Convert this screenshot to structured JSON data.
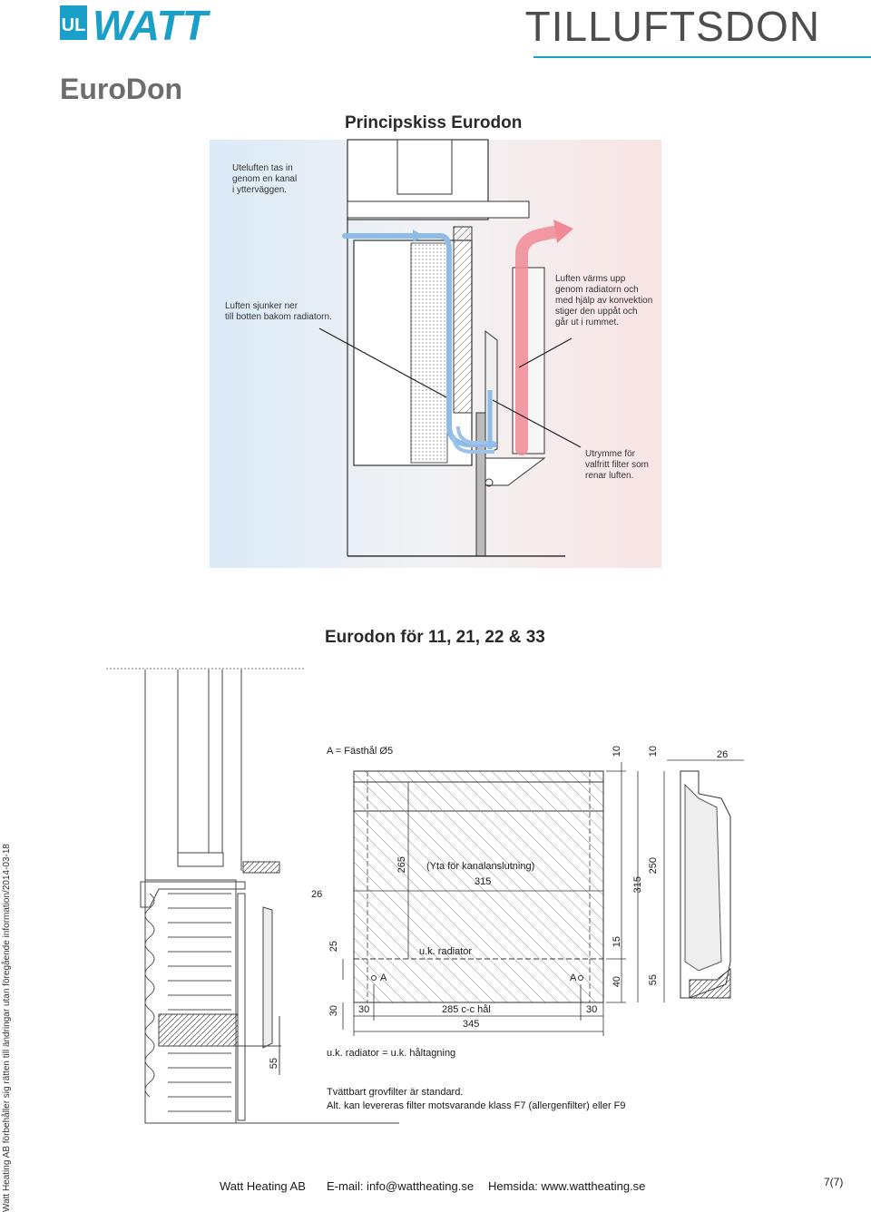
{
  "brand": {
    "logo_text": "WATT",
    "accent": "#1aa0c8"
  },
  "header": {
    "section_title": "TILLUFTSDON",
    "product_name": "EuroDon"
  },
  "principle": {
    "heading": "Principskiss Eurodon",
    "caption_outdoor": "Uteluften tas in\ngenom en kanal\ni ytterväggen.",
    "caption_sink": "Luften sjunker ner\ntill botten bakom radiatorn.",
    "caption_heat": "Luften värms upp\ngenom radiatorn och\nmed hjälp av konvektion\nstiger den uppåt och\ngår ut i rummet.",
    "caption_filter": "Utrymme för\nvalfritt filter som\nrenar luften.",
    "cold_color": "#8fbbe8",
    "warm_color": "#f08a94"
  },
  "variant": {
    "heading": "Eurodon för 11, 21, 22 & 33",
    "legend_a": "A = Fästhål Ø5",
    "area_label": "(Yta för kanalanslutning)",
    "label_uk_radiator": "u.k. radiator",
    "label_a": "A",
    "formula": "u.k. radiator = u.k. håltagning",
    "note_1": "Tvättbart grovfilter är standard.",
    "note_2": "Alt. kan levereras filter motsvarande klass F7 (allergenfilter) eller F9",
    "dims": {
      "d10a": "10",
      "d10b": "10",
      "d26a": "26",
      "d26b": "26",
      "d265": "265",
      "d315a": "315",
      "d315b": "315",
      "d250": "250",
      "d25": "25",
      "d15": "15",
      "d40": "40",
      "d55a": "55",
      "d55b": "55",
      "d30a": "30",
      "d30b": "30",
      "d30c": "30",
      "d285": "285 c-c hål",
      "d345": "345"
    }
  },
  "sidebar": {
    "disclaimer": "Watt Heating AB förbehåller sig rätten till ändringar utan föregående information/2014-03-18"
  },
  "footer": {
    "company": "Watt Heating AB",
    "email": "E-mail: info@wattheating.se",
    "website": "Hemsida: www.wattheating.se",
    "page": "7(7)"
  }
}
